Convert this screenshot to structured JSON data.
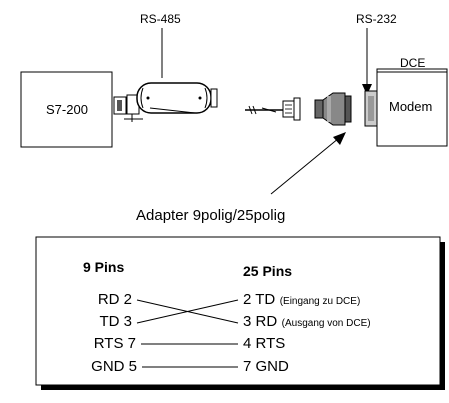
{
  "top": {
    "rs485_label": "RS-485",
    "rs232_label": "RS-232",
    "s7_label": "S7-200",
    "dce_label": "DCE",
    "modem_label": "Modem",
    "adapter_label": "Adapter 9polig/25polig"
  },
  "pinout": {
    "header_left": "9 Pins",
    "header_right": "25 Pins",
    "rows": [
      {
        "left": "RD 2",
        "right": "2 TD",
        "note": "(Eingang zu DCE)"
      },
      {
        "left": "TD 3",
        "right": "3 RD",
        "note": "(Ausgang von DCE)"
      },
      {
        "left": "RTS 7",
        "right": "4 RTS",
        "note": ""
      },
      {
        "left": "GND 5",
        "right": "7 GND",
        "note": ""
      }
    ]
  }
}
